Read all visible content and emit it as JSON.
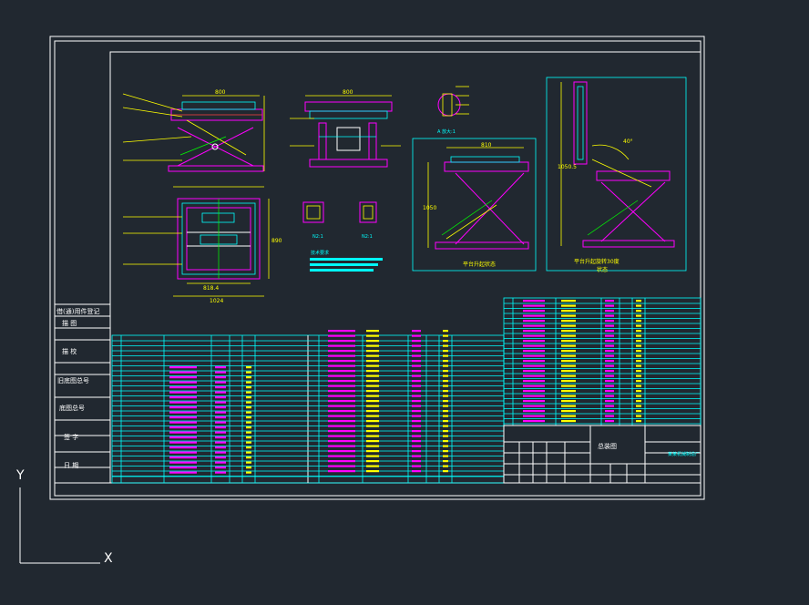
{
  "left_strip": {
    "title": "借(通)用件登记",
    "rows": [
      "描 图",
      "描 校",
      "旧底图总号",
      "底图总号",
      "签 字",
      "日 期"
    ]
  },
  "labels": {
    "dim_top_width": "800",
    "dim_front_width": "800",
    "dim_plan_width1": "818.4",
    "dim_plan_width2": "1024",
    "dim_plan_height": "890",
    "dim_state1_width": "810",
    "dim_state1_height": "1050",
    "dim_state2_height": "1050.5",
    "angle": "40°",
    "detail_a": "A 放大:1",
    "detail_b1": "N2:1",
    "detail_b2": "N2:1",
    "state1_caption": "平台升起状态",
    "state2_caption": "平台升起旋转30度",
    "state2_caption2": "状态",
    "notes_title": "技术要求",
    "title_block_main": "总装图",
    "title_block_company": "某某机械制造厂"
  },
  "axis": {
    "y": "Y",
    "x": "X"
  },
  "colors": {
    "background": "#212830",
    "frame": "#ffffff",
    "table": "#00ffff",
    "parts": "#ff00ff",
    "dims": "#ffff00"
  }
}
